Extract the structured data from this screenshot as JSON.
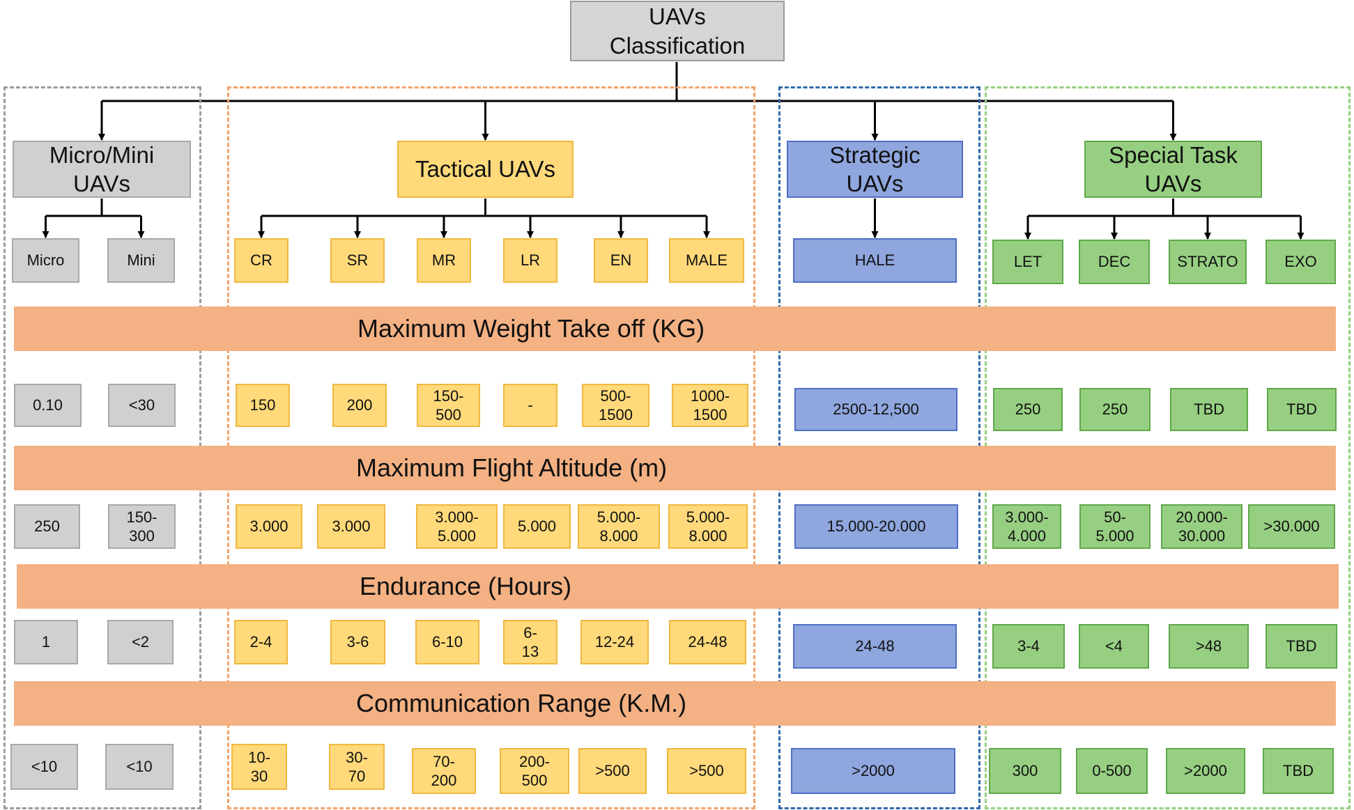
{
  "root": {
    "label": "UAVs\nClassification"
  },
  "colors": {
    "gray": "#d0d0d0",
    "yellow": "#ffd97a",
    "blue": "#8fa6de",
    "green": "#97cf82",
    "band": "#f4b183"
  },
  "groups": [
    {
      "id": "micro-mini",
      "label": "Micro/Mini\nUAVs",
      "color": "gray",
      "border": "#9c9c9c",
      "children": [
        "Micro",
        "Mini"
      ]
    },
    {
      "id": "tactical",
      "label": "Tactical UAVs",
      "color": "yellow",
      "border": "#f0a46c",
      "children": [
        "CR",
        "SR",
        "MR",
        "LR",
        "EN",
        "MALE"
      ]
    },
    {
      "id": "strategic",
      "label": "Strategic\nUAVs",
      "color": "blue",
      "border": "#2e6aa8",
      "children": [
        "HALE"
      ]
    },
    {
      "id": "special-task",
      "label": "Special Task\nUAVs",
      "color": "green",
      "border": "#94cf7e",
      "children": [
        "LET",
        "DEC",
        "STRATO",
        "EXO"
      ]
    }
  ],
  "bands": [
    "Maximum Weight Take off (KG)",
    "Maximum Flight Altitude (m)",
    "Endurance (Hours)",
    "Communication Range (K.M.)"
  ],
  "rows": [
    [
      "0.10",
      "<30",
      "150",
      "200",
      "150-\n500",
      "-",
      "500-\n1500",
      "1000-\n1500",
      "2500-12,500",
      "250",
      "250",
      "TBD",
      "TBD"
    ],
    [
      "250",
      "150-\n300",
      "3.000",
      "3.000",
      "3.000-\n5.000",
      "5.000",
      "5.000-\n8.000",
      "5.000-\n8.000",
      "15.000-20.000",
      "3.000-\n4.000",
      "50-\n5.000",
      "20.000-\n30.000",
      ">30.000"
    ],
    [
      "1",
      "<2",
      "2-4",
      "3-6",
      "6-10",
      "6-\n13",
      "12-24",
      "24-48",
      "24-48",
      "3-4",
      "<4",
      ">48",
      "TBD"
    ],
    [
      "<10",
      "<10",
      "10-\n30",
      "30-\n70",
      "70-\n200",
      "200-\n500",
      ">500",
      ">500",
      ">2000",
      "300",
      "0-500",
      ">2000",
      "TBD"
    ]
  ]
}
